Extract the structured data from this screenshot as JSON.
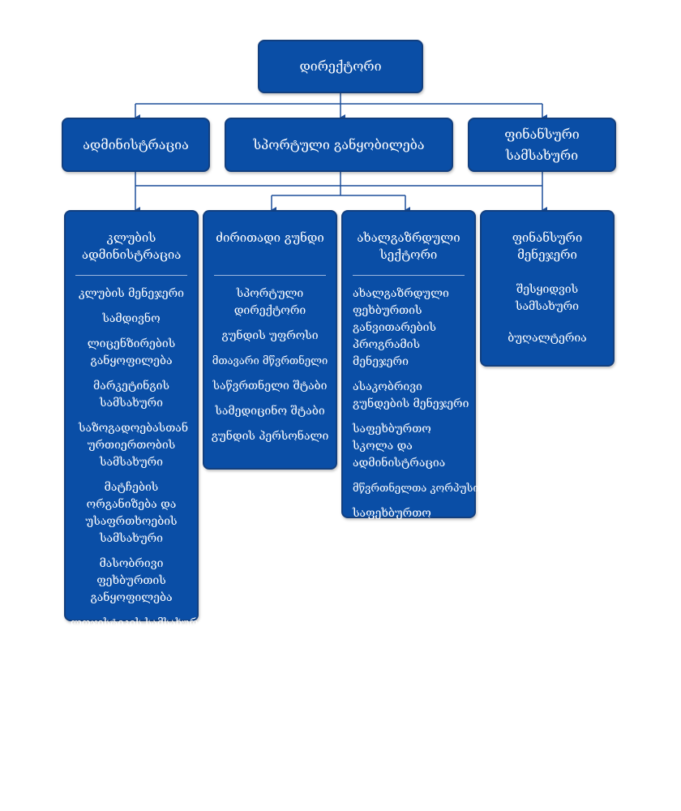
{
  "director": "დირექტორი",
  "level2": {
    "administration": "ადმინისტრაცია",
    "sport": "სპორტული განყობილება",
    "finance": "ფინანსური სამსახური"
  },
  "columns": [
    {
      "title": "კლუბის ადმინისტრაცია",
      "items": [
        "კლუბის მენეჯერი",
        "სამდივნო",
        "ლიცენზირების განყოფილება",
        "მარკეტინგის სამსახური",
        "საზოგადოებასთან ურთიერთობის სამსახური",
        "მატჩების ორგანიზება და უსაფრთხოების სამსახური",
        "მასობრივი ფეხბურთის განყოფილება",
        "ლოჯისტიკის სამსახური"
      ]
    },
    {
      "title": "ძირითადი გუნდი",
      "items": [
        "სპორტული დირექტორი",
        "გუნდის უფროსი",
        "მთავარი მწვრთნელი",
        "საწვრთნელი შტაბი",
        "სამედიცინო შტაბი",
        "გუნდის პერსონალი"
      ]
    },
    {
      "title": "ახალგაზრდული სექტორი",
      "items": [
        "ახალგაზრდული ფეხბურთის განვითარების პროგრამის მენეჯერი",
        "ასაკობრივი გუნდების მენეჯერი",
        "საფეხბურთო სკოლა და ადმინისტრაცია",
        "მწვრთნელთა კორპუსი",
        "საფეხბურთო სკოლის პერსონალი"
      ]
    },
    {
      "title": "ფინანსური მენეჯერი",
      "items": [
        "შესყიდვის სამსახური",
        "ბუღალტერია"
      ]
    }
  ]
}
